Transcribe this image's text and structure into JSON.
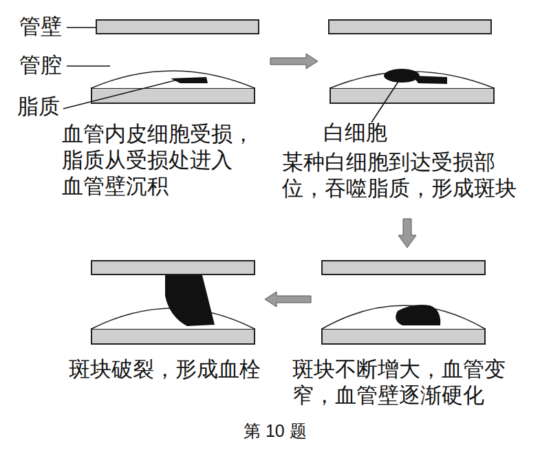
{
  "diagram": {
    "caption": "第 10 题",
    "labels": [
      "管壁",
      "管腔",
      "脂质",
      "血管内皮细胞受损， 脂质从受损处进入 血管壁沉积",
      "白细胞",
      "某种白细胞到达受损部 位，吞噬脂质，形成斑块",
      "斑块破裂，形成血栓",
      "斑块不断增大，血管变 窄，血管壁逐渐硬化"
    ]
  }
}
